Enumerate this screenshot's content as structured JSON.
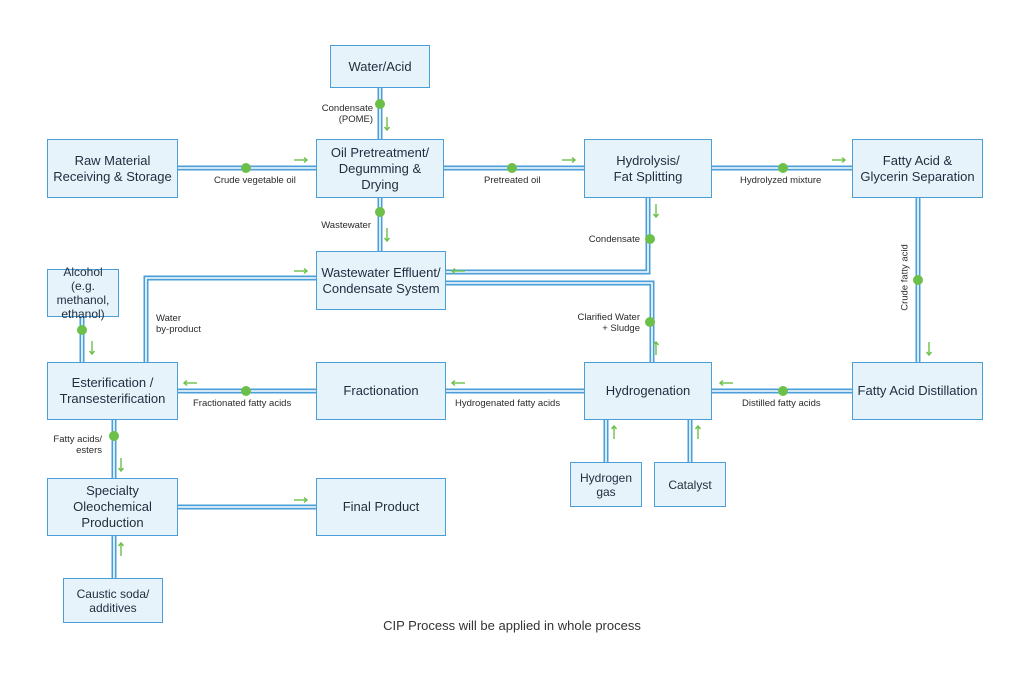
{
  "colors": {
    "pipe": "#4a9fd8",
    "box_fill": "#e6f3fb",
    "node": "#6cc04a",
    "arrow": "#6cc04a"
  },
  "boxes": {
    "water_acid": "Water/Acid",
    "raw_material": "Raw Material\nReceiving & Storage",
    "oil_pretreatment": "Oil Pretreatment/\nDegumming &\nDrying",
    "hydrolysis": "Hydrolysis/\nFat Splitting",
    "fatty_acid_glycerin": "Fatty Acid &\nGlycerin Separation",
    "wastewater": "Wastewater Effluent/\nCondensate System",
    "alcohol": "Alcohol (e.g.\nmethanol,\nethanol)",
    "esterification": "Esterification /\nTransesterification",
    "fractionation": "Fractionation",
    "hydrogenation": "Hydrogenation",
    "fatty_acid_distillation": "Fatty Acid Distillation",
    "specialty": "Specialty\nOleochemical\nProduction",
    "final_product": "Final Product",
    "hydrogen_gas": "Hydrogen\ngas",
    "catalyst": "Catalyst",
    "caustic_soda": "Caustic soda/\nadditives"
  },
  "labels": {
    "condensate_pome": "Condensate\n(POME)",
    "crude_vegetable_oil": "Crude vegetable oil",
    "pretreated_oil": "Pretreated oil",
    "hydrolyzed_mixture": "Hydrolyzed mixture",
    "wastewater": "Wastewater",
    "condensate": "Condensate",
    "crude_fatty_acid": "Crude fatty acid",
    "water_byproduct": "Water\nby-product",
    "clarified_water": "Clarified Water\n+ Sludge",
    "fractionated_fatty_acids": "Fractionated fatty acids",
    "hydrogenated_fatty_acids": "Hydrogenated fatty acids",
    "distilled_fatty_acids": "Distilled fatty acids",
    "fatty_acids_esters": "Fatty acids/\nesters"
  },
  "footer": "CIP Process will be applied in whole process"
}
